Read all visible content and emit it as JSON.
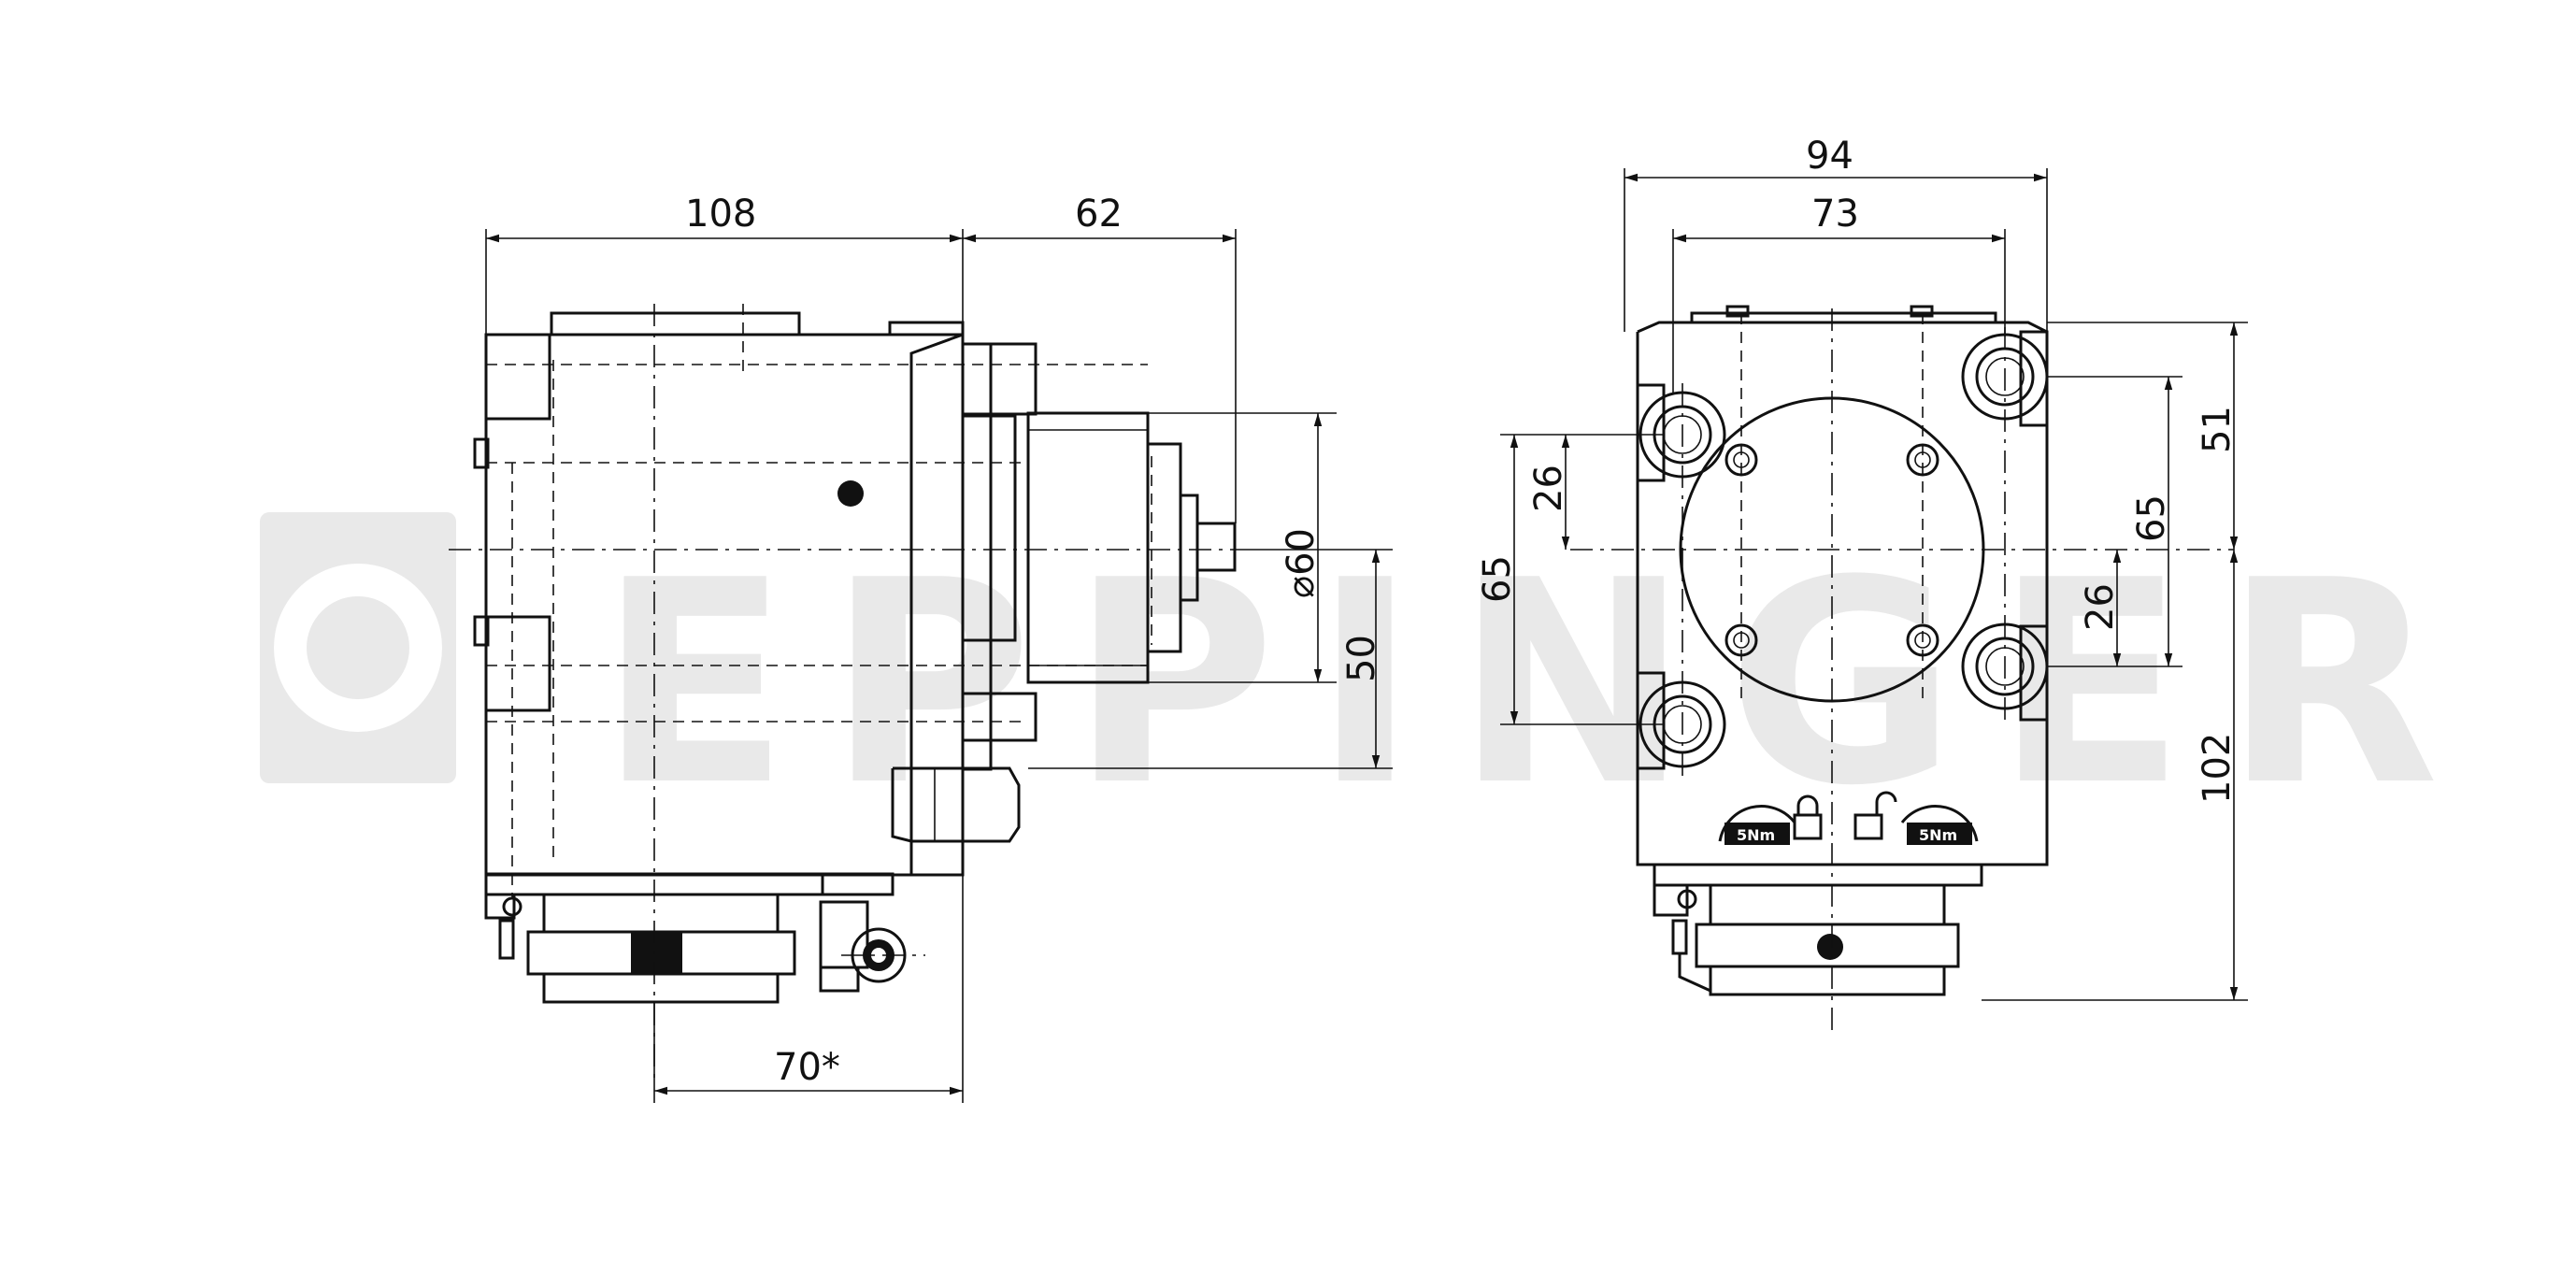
{
  "watermark": {
    "text": "EPPINGER"
  },
  "side_view": {
    "dim_width_body": "108",
    "dim_extension": "62",
    "dim_diameter": "⌀60",
    "dim_height_axis": "50",
    "dim_bottom": "70*"
  },
  "front_view": {
    "dim_width_total": "94",
    "dim_width_holes": "73",
    "dim_upper": "51",
    "dim_total_height": "102",
    "dim_holes_left": "65",
    "dim_holes_right": "65",
    "dim_offset_left": "26",
    "dim_offset_right": "26",
    "torque_left": "5Nm",
    "torque_right": "5Nm"
  }
}
